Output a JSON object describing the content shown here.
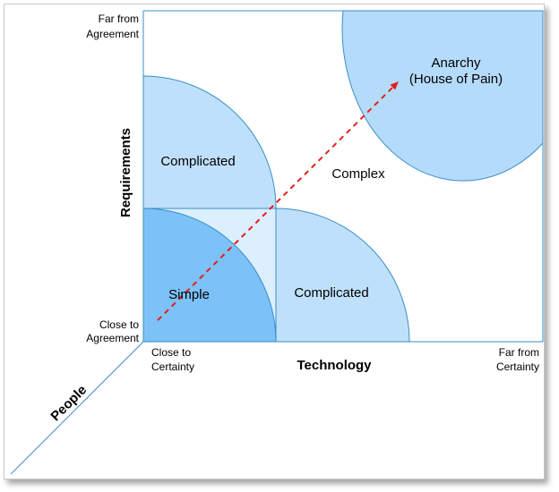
{
  "axes": {
    "y_title": "Requirements",
    "x_title": "Technology",
    "z_title": "People",
    "y_top_label": [
      "Far from",
      "Agreement"
    ],
    "y_bottom_label": [
      "Close to",
      "Agreement"
    ],
    "x_left_label": [
      "Close to",
      "Certainty"
    ],
    "x_right_label": [
      "Far from",
      "Certainty"
    ]
  },
  "regions": {
    "simple": "Simple",
    "complicated_upper": "Complicated",
    "complicated_right": "Complicated",
    "complex": "Complex",
    "anarchy": [
      "Anarchy",
      "(House of Pain)"
    ]
  },
  "colors": {
    "simple": "#7cc1f7",
    "complicated": "#bfe0fa",
    "overlap": "#dcefff",
    "anarchy": "#b5dbfa",
    "line": "#3a8fc7",
    "arrow": "#e0201c"
  }
}
